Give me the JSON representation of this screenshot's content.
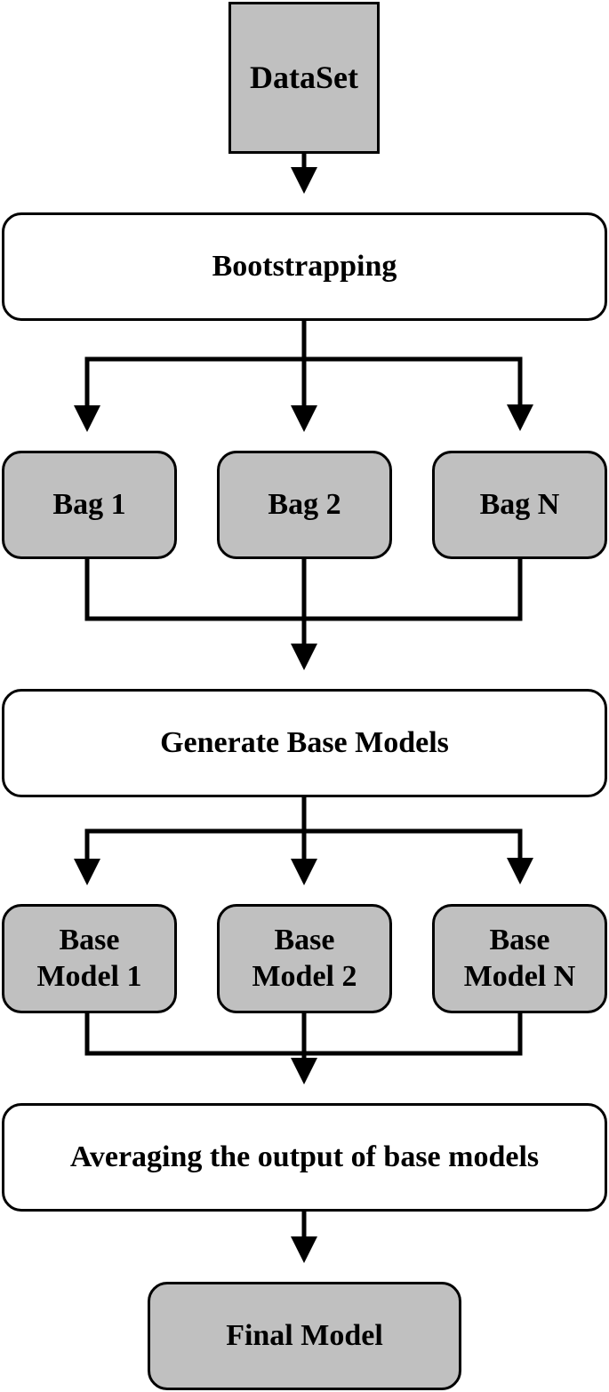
{
  "diagram": {
    "dataset": "DataSet",
    "bootstrapping": "Bootstrapping",
    "bags": [
      "Bag 1",
      "Bag 2",
      "Bag N"
    ],
    "generate": "Generate Base Models",
    "base_models": [
      {
        "line1": "Base",
        "line2": "Model 1"
      },
      {
        "line1": "Base",
        "line2": "Model 2"
      },
      {
        "line1": "Base",
        "line2": "Model N"
      }
    ],
    "averaging": "Averaging the output of base models",
    "final": "Final Model"
  },
  "colors": {
    "gray_fill": "#c0c0c0",
    "white_fill": "#ffffff",
    "stroke": "#000000"
  }
}
